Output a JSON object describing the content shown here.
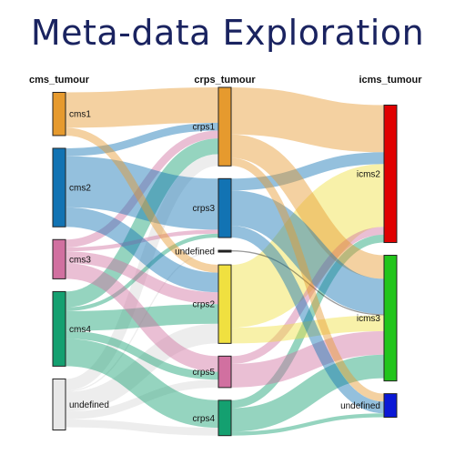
{
  "title": "Meta-data Exploration",
  "columns": [
    {
      "id": "cms",
      "label": "cms_tumour"
    },
    {
      "id": "crps",
      "label": "crps_tumour"
    },
    {
      "id": "icms",
      "label": "icms_tumour"
    }
  ],
  "nodes": [
    {
      "id": "cms1",
      "label": "cms1",
      "column": "cms",
      "value": 11,
      "color": "#e69a2e"
    },
    {
      "id": "cms2",
      "label": "cms2",
      "column": "cms",
      "value": 20,
      "color": "#1273b3"
    },
    {
      "id": "cms3",
      "label": "cms3",
      "column": "cms",
      "value": 10,
      "color": "#d170a0"
    },
    {
      "id": "cms4",
      "label": "cms4",
      "column": "cms",
      "value": 19,
      "color": "#14a070"
    },
    {
      "id": "undefined_cms",
      "label": "undefined",
      "column": "cms",
      "value": 13,
      "color": "#e8e8e8"
    },
    {
      "id": "crps1",
      "label": "crps1",
      "column": "crps",
      "value": 20,
      "color": "#e69a2e"
    },
    {
      "id": "crps3",
      "label": "crps3",
      "column": "crps",
      "value": 15,
      "color": "#1273b3"
    },
    {
      "id": "undefined_crps",
      "label": "undefined",
      "column": "crps",
      "value": 0.3,
      "color": "#222222"
    },
    {
      "id": "crps2",
      "label": "crps2",
      "column": "crps",
      "value": 20,
      "color": "#f0e040"
    },
    {
      "id": "crps5",
      "label": "crps5",
      "column": "crps",
      "value": 8,
      "color": "#d170a0"
    },
    {
      "id": "crps4",
      "label": "crps4",
      "column": "crps",
      "value": 9,
      "color": "#14a070"
    },
    {
      "id": "icms2",
      "label": "icms2",
      "column": "icms",
      "value": 35,
      "color": "#e00000"
    },
    {
      "id": "icms3",
      "label": "icms3",
      "column": "icms",
      "value": 32,
      "color": "#22c51c"
    },
    {
      "id": "undefined_icms",
      "label": "undefined",
      "column": "icms",
      "value": 6,
      "color": "#0a18d6"
    }
  ],
  "links": [
    {
      "source": "cms1",
      "target": "crps1",
      "value": 9
    },
    {
      "source": "cms1",
      "target": "crps2",
      "value": 2
    },
    {
      "source": "cms2",
      "target": "crps1",
      "value": 2
    },
    {
      "source": "cms2",
      "target": "crps3",
      "value": 13
    },
    {
      "source": "cms2",
      "target": "crps2",
      "value": 5
    },
    {
      "source": "cms3",
      "target": "crps1",
      "value": 2
    },
    {
      "source": "cms3",
      "target": "crps3",
      "value": 1
    },
    {
      "source": "cms3",
      "target": "crps2",
      "value": 3
    },
    {
      "source": "cms3",
      "target": "crps5",
      "value": 4
    },
    {
      "source": "cms4",
      "target": "crps1",
      "value": 4
    },
    {
      "source": "cms4",
      "target": "crps3",
      "value": 1
    },
    {
      "source": "cms4",
      "target": "crps2",
      "value": 5
    },
    {
      "source": "cms4",
      "target": "crps5",
      "value": 2
    },
    {
      "source": "cms4",
      "target": "crps4",
      "value": 7
    },
    {
      "source": "undefined_cms",
      "target": "crps1",
      "value": 3
    },
    {
      "source": "undefined_cms",
      "target": "crps2",
      "value": 5
    },
    {
      "source": "undefined_cms",
      "target": "crps5",
      "value": 2
    },
    {
      "source": "undefined_cms",
      "target": "crps4",
      "value": 2
    },
    {
      "source": "undefined_cms",
      "target": "undefined_crps",
      "value": 0.3
    },
    {
      "source": "crps1",
      "target": "icms2",
      "value": 12
    },
    {
      "source": "crps1",
      "target": "icms3",
      "value": 6
    },
    {
      "source": "crps1",
      "target": "undefined_icms",
      "value": 2
    },
    {
      "source": "crps3",
      "target": "icms2",
      "value": 3
    },
    {
      "source": "crps3",
      "target": "icms3",
      "value": 9
    },
    {
      "source": "crps3",
      "target": "undefined_icms",
      "value": 3
    },
    {
      "source": "undefined_crps",
      "target": "icms3",
      "value": 0.3
    },
    {
      "source": "crps2",
      "target": "icms2",
      "value": 16
    },
    {
      "source": "crps2",
      "target": "icms3",
      "value": 4
    },
    {
      "source": "crps5",
      "target": "icms2",
      "value": 2
    },
    {
      "source": "crps5",
      "target": "icms3",
      "value": 6
    },
    {
      "source": "crps4",
      "target": "icms2",
      "value": 2
    },
    {
      "source": "crps4",
      "target": "icms3",
      "value": 6
    },
    {
      "source": "crps4",
      "target": "undefined_icms",
      "value": 1
    }
  ]
}
